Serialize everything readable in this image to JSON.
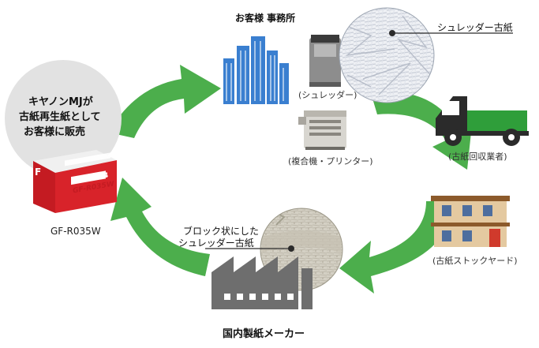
{
  "office_title": "お客様 事務所",
  "shredder_paper_label": "シュレッダー古紙",
  "shredder_label": "(シュレッダー)",
  "copier_label": "(複合機・プリンター)",
  "truck_label": "(古紙回収業者)",
  "stockyard_label": "(古紙ストックヤード)",
  "block_label_line1": "ブロック状にした",
  "block_label_line2": "シュレッダー古紙",
  "maker_label": "国内製紙メーカー",
  "sale_line1": "キヤノンMJが",
  "sale_line2": "古紙再生紙として",
  "sale_line3": "お客様に販売",
  "product_label": "GF-R035W",
  "box_model_text": "GF-R035W",
  "box_size_text": "A4",
  "box_brand_text": "F",
  "colors": {
    "arrow_green": "#4cae4c",
    "building_blue": "#3a7fd0",
    "factory_gray": "#6e6e6e",
    "truck_green": "#2f9e3a",
    "truck_dark": "#2b2b2b",
    "house_beige": "#e4c9a0",
    "box_red": "#d8232a",
    "sale_circle_gray": "#e2e2e2"
  }
}
